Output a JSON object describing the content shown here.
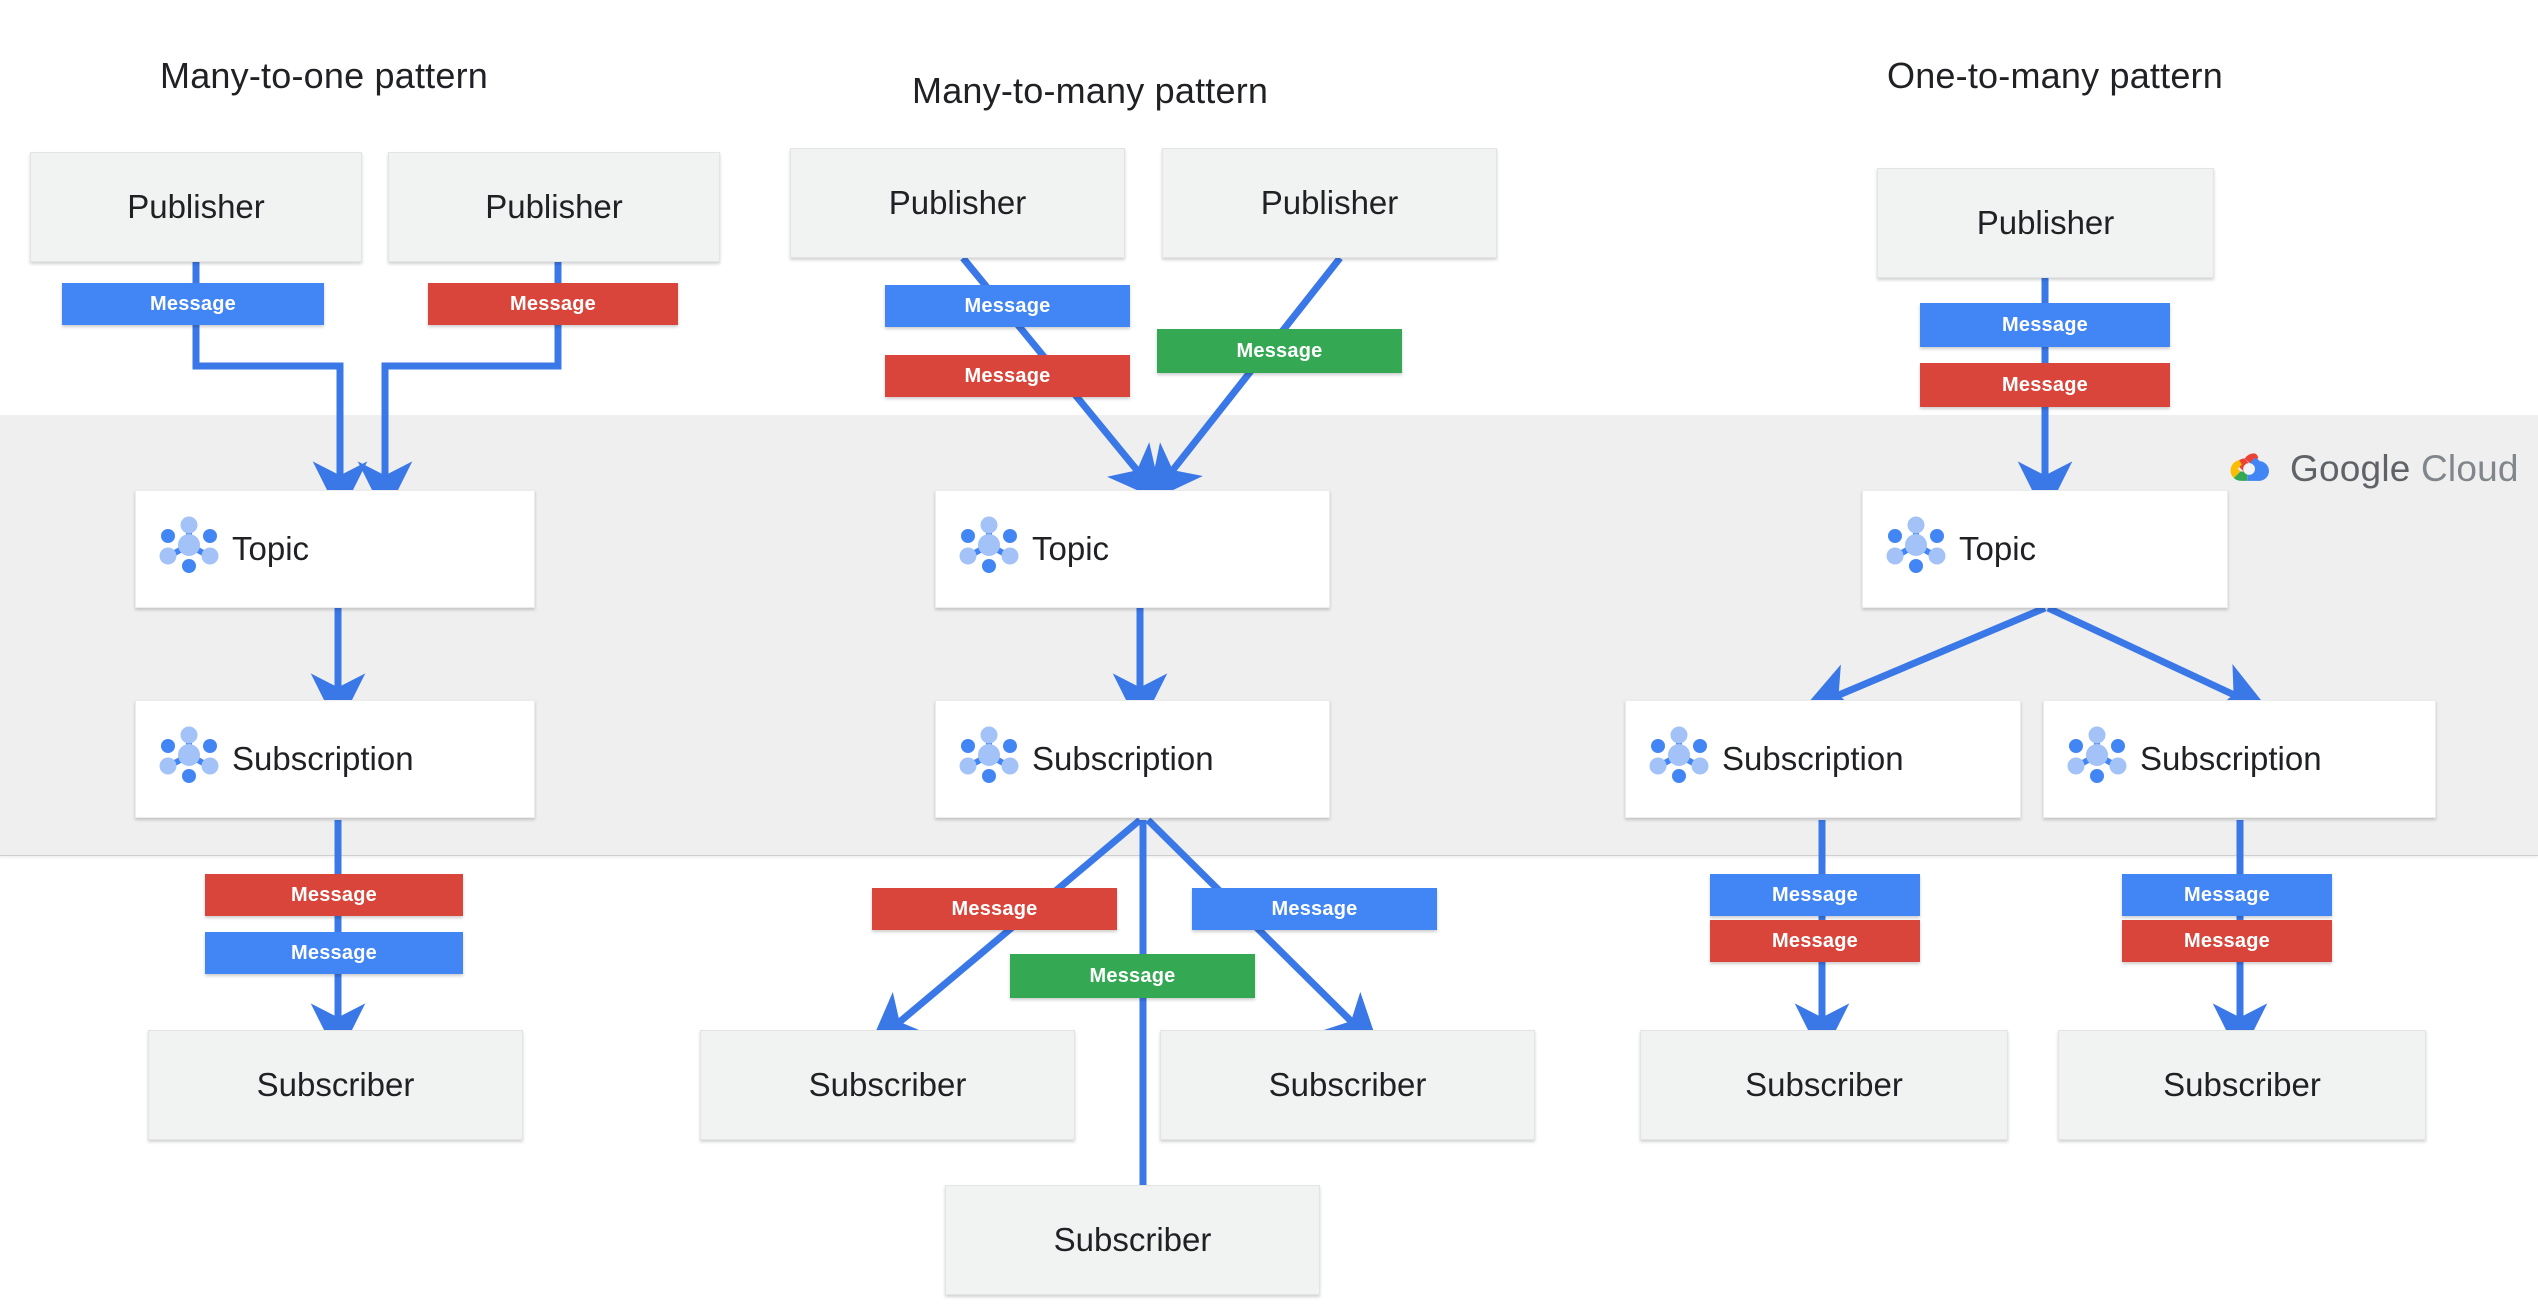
{
  "diagram": {
    "title_bar_brand": {
      "name": "Google Cloud",
      "word_google": "Google",
      "word_cloud": "Cloud",
      "icon": "google-cloud-logo"
    },
    "band_label": "Google Cloud managed service region",
    "colors": {
      "blue": "#4285f4",
      "red": "#d9453a",
      "green": "#34a853",
      "band_grey": "#efefef",
      "node_grey": "#f1f3f2",
      "node_white": "#ffffff",
      "text": "#202124",
      "wordmark": "#5f6368"
    },
    "labels": {
      "publisher": "Publisher",
      "subscriber": "Subscriber",
      "topic": "Topic",
      "subscription": "Subscription",
      "message": "Message"
    },
    "patterns": [
      {
        "id": "many-to-one",
        "title": "Many-to-one pattern",
        "publishers": 2,
        "topics": 1,
        "subscriptions": 1,
        "subscribers": 1,
        "publish_messages": [
          "blue",
          "red"
        ],
        "deliver_messages": [
          "red",
          "blue"
        ]
      },
      {
        "id": "many-to-many",
        "title": "Many-to-many  pattern",
        "publishers": 2,
        "topics": 1,
        "subscriptions": 1,
        "subscribers": 3,
        "publish_messages": [
          "blue",
          "red",
          "green"
        ],
        "deliver_messages": [
          "red",
          "green",
          "blue"
        ]
      },
      {
        "id": "one-to-many",
        "title": "One-to-many pattern",
        "publishers": 1,
        "topics": 1,
        "subscriptions": 2,
        "subscribers": 2,
        "publish_messages": [
          "blue",
          "red"
        ],
        "deliver_messages": [
          "blue",
          "red",
          "blue",
          "red"
        ]
      }
    ],
    "nodes": {
      "publishers": [
        {
          "key": "p1",
          "label": "Publisher"
        },
        {
          "key": "p2",
          "label": "Publisher"
        },
        {
          "key": "p3",
          "label": "Publisher"
        },
        {
          "key": "p4",
          "label": "Publisher"
        },
        {
          "key": "p5",
          "label": "Publisher"
        }
      ],
      "topics": [
        {
          "key": "t1",
          "label": "Topic"
        },
        {
          "key": "t2",
          "label": "Topic"
        },
        {
          "key": "t3",
          "label": "Topic"
        }
      ],
      "subscriptions": [
        {
          "key": "s1",
          "label": "Subscription"
        },
        {
          "key": "s2",
          "label": "Subscription"
        },
        {
          "key": "s3",
          "label": "Subscription"
        },
        {
          "key": "s4",
          "label": "Subscription"
        }
      ],
      "subscribers": [
        {
          "key": "sub1",
          "label": "Subscriber"
        },
        {
          "key": "sub2",
          "label": "Subscriber"
        },
        {
          "key": "sub3",
          "label": "Subscriber"
        },
        {
          "key": "sub4",
          "label": "Subscriber"
        },
        {
          "key": "sub5",
          "label": "Subscriber"
        }
      ]
    },
    "messages": {
      "m01": "Message",
      "m02": "Message",
      "m03": "Message",
      "m04": "Message",
      "m05": "Message",
      "m06": "Message",
      "m07": "Message",
      "m08": "Message",
      "m09": "Message",
      "m10": "Message",
      "m11": "Message",
      "m12": "Message",
      "m13": "Message",
      "m14": "Message",
      "m15": "Message",
      "m16": "Message",
      "m17": "Message"
    }
  }
}
